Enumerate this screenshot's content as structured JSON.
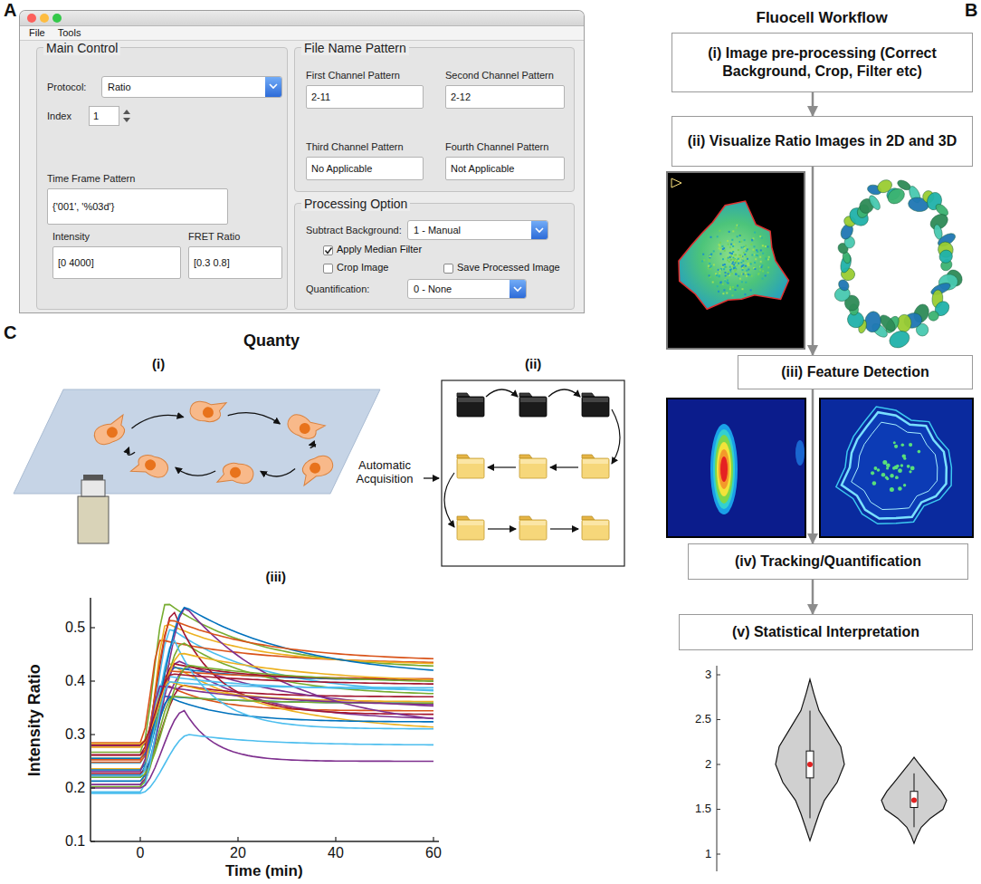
{
  "diagram": {
    "nodes": [
      {
        "text": [
          "File",
          "Tools"
        ]
      },
      {
        "text": [
          "Main Control"
        ],
        "in": 0
      },
      {
        "text": [
          "Protocol:",
          "Ratio"
        ],
        "in": 1
      },
      {
        "text": [
          "Index",
          "1"
        ],
        "in": 1
      },
      {
        "text": [
          "Time Frame Pattern",
          "{'001', '%03d'}"
        ],
        "in": 1
      },
      {
        "text": [
          "Intensity",
          "[0 4000]"
        ],
        "in": 1
      },
      {
        "text": [
          "FRET Ratio",
          "[0.3 0.8]"
        ],
        "in": 1
      },
      {
        "text": [
          "File Name Pattern"
        ],
        "in": 0
      },
      {
        "text": [
          "First Channel Pattern",
          "2-11"
        ],
        "in": 7
      },
      {
        "text": [
          "Second Channel Pattern",
          "2-12"
        ],
        "in": 7
      },
      {
        "text": [
          "Third Channel Pattern",
          "No Applicable"
        ],
        "in": 7
      },
      {
        "text": [
          "Fourth Channel Pattern",
          "Not Applicable"
        ],
        "in": 7
      },
      {
        "text": [
          "Processing Option"
        ],
        "in": 0
      },
      {
        "text": [
          "Subtract Background:",
          "1 - Manual"
        ],
        "in": 12
      },
      {
        "text": [
          "Quantification:",
          "0 - None"
        ],
        "in": 12
      },
      {
        "text": [
          "(i) Image pre-processing (Correct Background, Crop, Filter etc)"
        ]
      },
      {
        "text": [
          "(ii) Visualize Ratio Images in 2D and 3D"
        ]
      },
      {
        "text": [
          "(iii) Feature Detection"
        ]
      },
      {
        "text": [
          "(iv) Tracking/Quantification"
        ]
      },
      {
        "text": [
          "(v) Statistical Interpretation"
        ]
      }
    ],
    "edges": [
      {
        "from": 15,
        "to": 16,
        "arrow": "to"
      },
      {
        "from": 16,
        "to": 17,
        "arrow": "to"
      },
      {
        "from": 17,
        "to": 18,
        "arrow": "to"
      },
      {
        "from": 18,
        "to": 19,
        "arrow": "to"
      }
    ],
    "labels": [
      "A",
      "Apply Median Filter",
      "Crop Image",
      "Save Processed Image",
      "B",
      "Fluocell Workflow",
      "3",
      "2.5",
      "2",
      "1.5",
      "1",
      "C",
      "Quanty",
      "(i)",
      "(ii)",
      "Automatic Acquisition",
      "(iii)",
      "Intensity Ratio",
      "0.5",
      "0.4",
      "0.3",
      "0.2",
      "0.1",
      "0",
      "20",
      "40",
      "60",
      "Time (min)"
    ]
  }
}
